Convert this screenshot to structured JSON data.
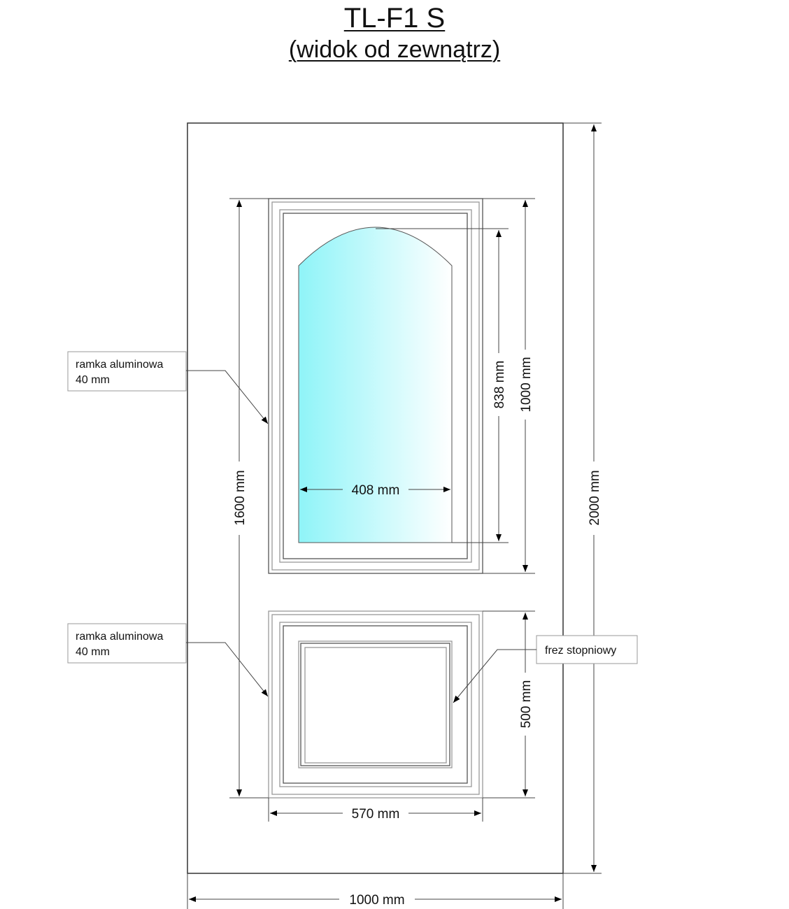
{
  "title": "TL-F1 S",
  "subtitle": "(widok od zewnątrz)",
  "dimensions": {
    "door_width": "1000 mm",
    "door_height": "2000 mm",
    "panel_height_total": "1600 mm",
    "upper_panel_height": "1000 mm",
    "glass_height": "838 mm",
    "glass_width": "408 mm",
    "lower_panel_height": "500 mm",
    "panel_width": "570 mm"
  },
  "annotations": {
    "upper_frame": {
      "line1": "ramka aluminowa",
      "line2": "40 mm"
    },
    "lower_frame": {
      "line1": "ramka aluminowa",
      "line2": "40 mm"
    },
    "groove": "frez stopniowy"
  },
  "colors": {
    "glass_left": "#8ff4f8",
    "glass_right": "#ffffff"
  }
}
